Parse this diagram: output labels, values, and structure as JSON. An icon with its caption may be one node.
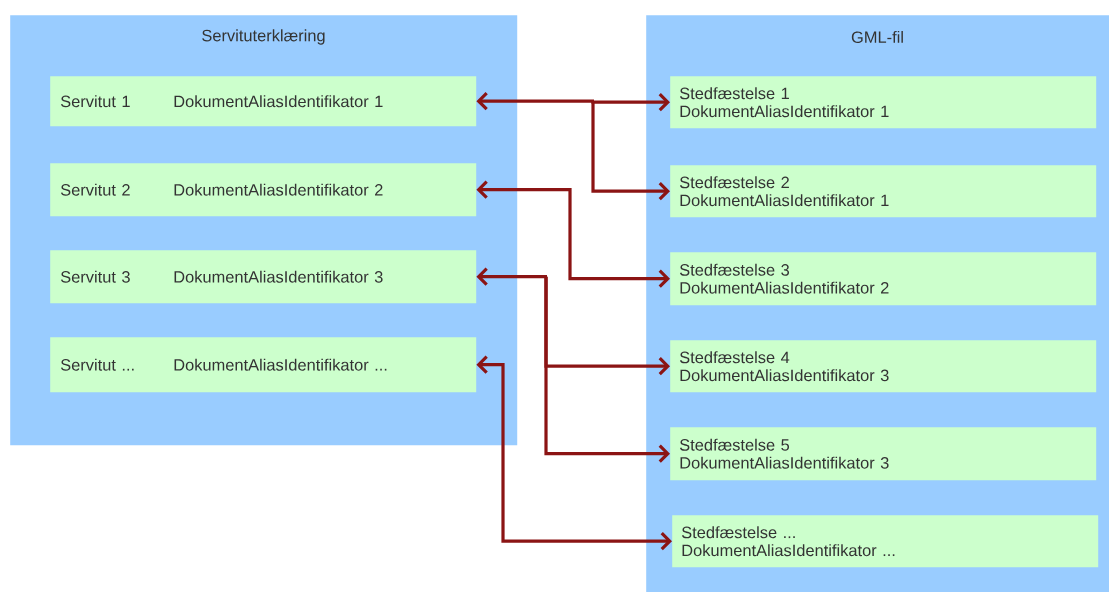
{
  "diagram": {
    "nodes": [
      {
        "text": [
          "Servituterklæring"
        ]
      },
      {
        "text": [
          "Servitut 1",
          "DokumentAliasIdentifikator 1"
        ],
        "in": 0
      },
      {
        "text": [
          "Servitut 2",
          "DokumentAliasIdentifikator 2"
        ],
        "in": 0
      },
      {
        "text": [
          "Servitut 3",
          "DokumentAliasIdentifikator 3"
        ],
        "in": 0
      },
      {
        "text": [
          "Servitut ...",
          "DokumentAliasIdentifikator ..."
        ],
        "in": 0
      },
      {
        "text": [
          "GML-fil"
        ]
      },
      {
        "text": [
          "Stedfæstelse 1",
          "DokumentAliasIdentifikator 1"
        ],
        "in": 5
      },
      {
        "text": [
          "Stedfæstelse 2",
          "DokumentAliasIdentifikator 1"
        ],
        "in": 5
      },
      {
        "text": [
          "Stedfæstelse 3",
          "DokumentAliasIdentifikator 2"
        ],
        "in": 5
      },
      {
        "text": [
          "Stedfæstelse 4",
          "DokumentAliasIdentifikator 3"
        ],
        "in": 5
      },
      {
        "text": [
          "Stedfæstelse 5",
          "DokumentAliasIdentifikator 3"
        ],
        "in": 5
      },
      {
        "text": [
          "Stedfæstelse ...",
          "DokumentAliasIdentifikator ..."
        ],
        "in": 5
      }
    ],
    "edges": [
      {
        "from": 1,
        "to": 6,
        "arrow": "both"
      },
      {
        "from": 1,
        "to": 7,
        "arrow": "both"
      },
      {
        "from": 2,
        "to": 8,
        "arrow": "both"
      },
      {
        "from": 3,
        "to": 9,
        "arrow": "both"
      },
      {
        "from": 3,
        "to": 10,
        "arrow": "both"
      },
      {
        "from": 4,
        "to": 11,
        "arrow": "both"
      }
    ]
  }
}
